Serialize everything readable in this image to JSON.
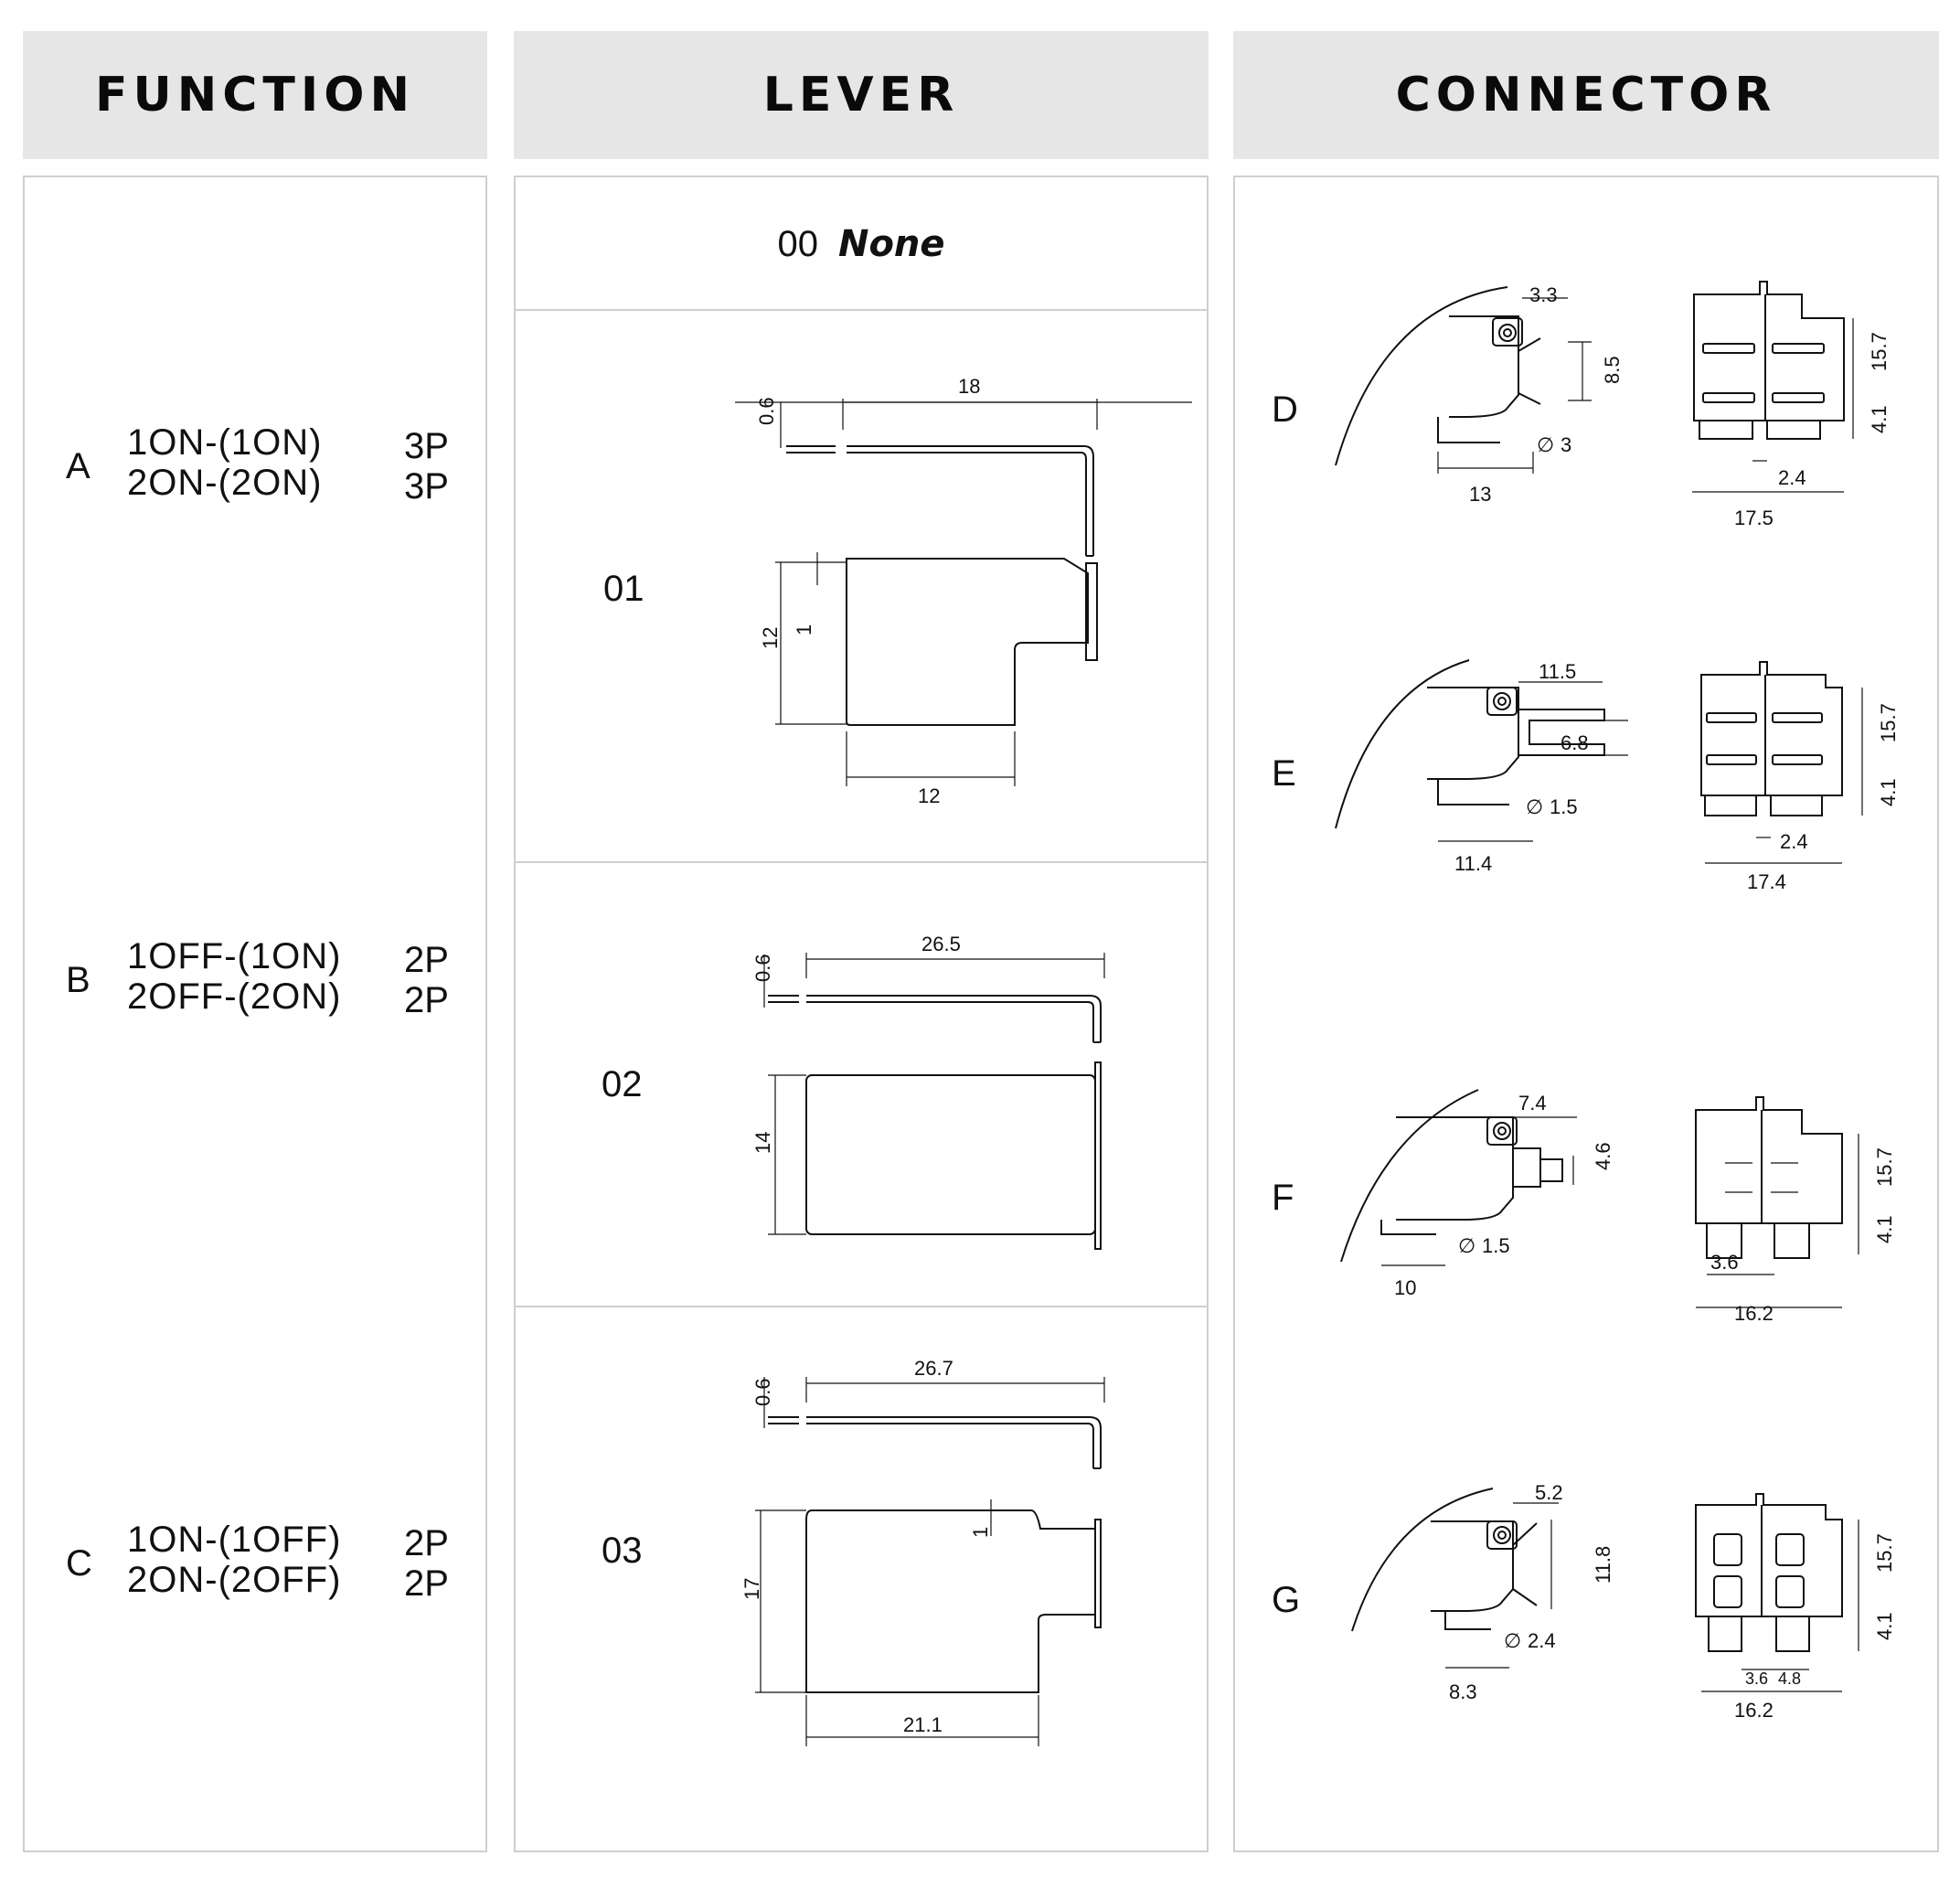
{
  "headers": {
    "function": "FUNCTION",
    "lever": "LEVER",
    "connector": "CONNECTOR"
  },
  "functions": [
    {
      "letter": "A",
      "lines": [
        "1ON-(1ON)",
        "2ON-(2ON)"
      ],
      "poles": [
        "3P",
        "3P"
      ]
    },
    {
      "letter": "B",
      "lines": [
        "1OFF-(1ON)",
        "2OFF-(2ON)"
      ],
      "poles": [
        "2P",
        "2P"
      ]
    },
    {
      "letter": "C",
      "lines": [
        "1ON-(1OFF)",
        "2ON-(2OFF)"
      ],
      "poles": [
        "2P",
        "2P"
      ]
    }
  ],
  "levers": {
    "none": {
      "code": "00",
      "label": "None"
    },
    "items": [
      {
        "code": "01",
        "dims": {
          "thickness": "0.6",
          "length": "18",
          "offset": "1",
          "height": "12",
          "width": "12"
        }
      },
      {
        "code": "02",
        "dims": {
          "thickness": "0.6",
          "length": "26.5",
          "height": "14"
        }
      },
      {
        "code": "03",
        "dims": {
          "thickness": "0.6",
          "length": "26.7",
          "offset": "1",
          "height": "17",
          "width": "21.1"
        }
      }
    ]
  },
  "connectors": [
    {
      "letter": "D",
      "side": {
        "top": "3.3",
        "gap": "8.5",
        "dia": "3",
        "bottom": "13"
      },
      "front": {
        "h1": "15.7",
        "h2": "4.1",
        "pitch": "2.4",
        "width": "17.5"
      }
    },
    {
      "letter": "E",
      "side": {
        "top": "11.5",
        "gap": "6.8",
        "dia": "1.5",
        "bottom": "11.4"
      },
      "front": {
        "h1": "15.7",
        "h2": "4.1",
        "pitch": "2.4",
        "width": "17.4"
      }
    },
    {
      "letter": "F",
      "side": {
        "top": "7.4",
        "gap": "4.6",
        "dia": "1.5",
        "bottom": "10"
      },
      "front": {
        "h1": "15.7",
        "h2": "4.1",
        "pitch": "3.6",
        "width": "16.2"
      }
    },
    {
      "letter": "G",
      "side": {
        "top": "5.2",
        "gap": "11.8",
        "dia": "2.4",
        "bottom": "8.3"
      },
      "front": {
        "h1": "15.7",
        "h2": "4.1",
        "pitch": "3.6",
        "pitch2": "4.8",
        "width": "16.2"
      }
    }
  ],
  "symbols": {
    "diameter": "∅"
  }
}
